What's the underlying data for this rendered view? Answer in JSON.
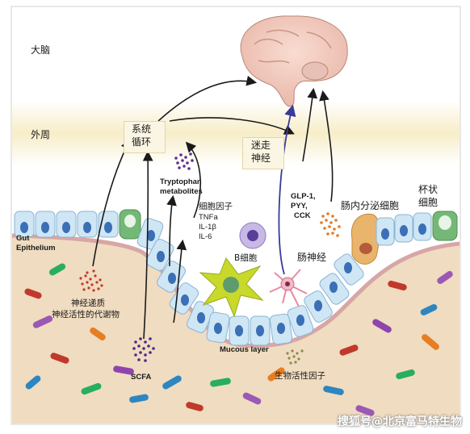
{
  "zones": {
    "brain": "大脑",
    "periphery": "外周"
  },
  "boxes": {
    "systemic_circulation": {
      "line1": "系统",
      "line2": "循环"
    },
    "vagus_nerve": {
      "line1": "迷走",
      "line2": "神经"
    }
  },
  "labels": {
    "tryptophan": {
      "line1": "Tryptophan",
      "line2": "metabolites"
    },
    "cytokines": {
      "title": "细胞因子",
      "items": [
        "TNFa",
        "IL-1β",
        "IL-6"
      ]
    },
    "gut_hormones": {
      "line1": "GLP-1,",
      "line2": "PYY,",
      "line3": "CCK"
    },
    "enteroendocrine": "肠内分泌细胞",
    "goblet": {
      "line1": "杯状",
      "line2": "细胞"
    },
    "gut_epithelium": {
      "line1": "Gut",
      "line2": "Epithelium"
    },
    "b_cell": "B细胞",
    "enteric_nerve": "肠神经",
    "neurotransmitters": {
      "line1": "神经递质",
      "line2": "神经活性的代谢物"
    },
    "mucous_layer": "Mucous layer",
    "bioactive": "生物活性因子",
    "scfa": "SCFA"
  },
  "watermark": "搜狐号@北京富马特生物",
  "colors": {
    "tissue": "#f0dcc0",
    "epithelium": "#cfe6f5",
    "nucleus": "#3b6fb6",
    "goblet": "#74b877",
    "dendritic": "#c8d92b",
    "neuron": "#f2b8c6",
    "enteroendocrine": "#e9b46b",
    "arrow": "#1a1a1a",
    "vagus_arrow": "#3a3a9a"
  }
}
